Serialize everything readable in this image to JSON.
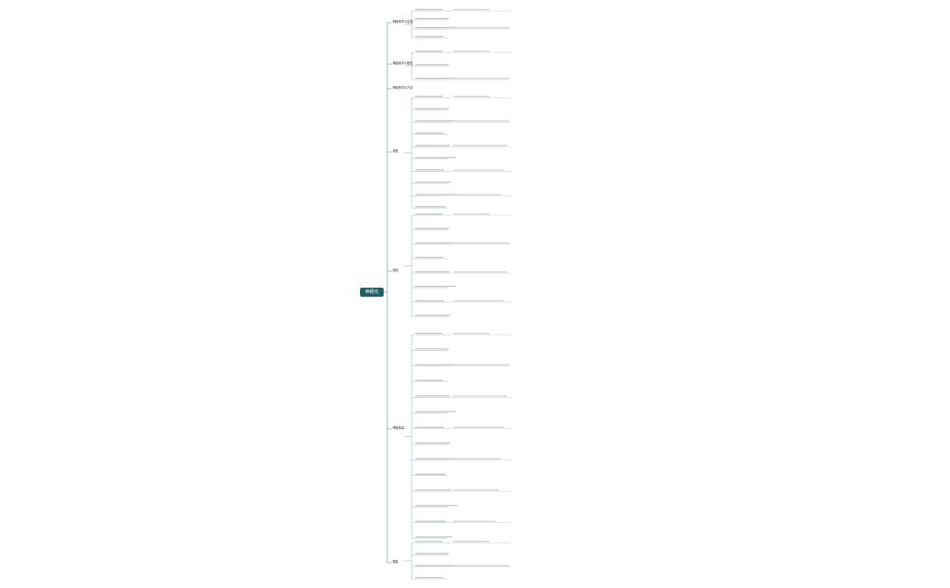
{
  "root": {
    "label": "神経化"
  },
  "branches": [
    {
      "label": "神経科学の定義"
    },
    {
      "label": "神経科学の歴史"
    },
    {
      "label": "神経科学の方法"
    },
    {
      "label": "認知"
    },
    {
      "label": "感情"
    },
    {
      "label": "神経疾患"
    },
    {
      "label": "展望"
    }
  ],
  "colors": {
    "root": "#1f5e63",
    "line": "#8aa6c1",
    "text": "#333333"
  }
}
